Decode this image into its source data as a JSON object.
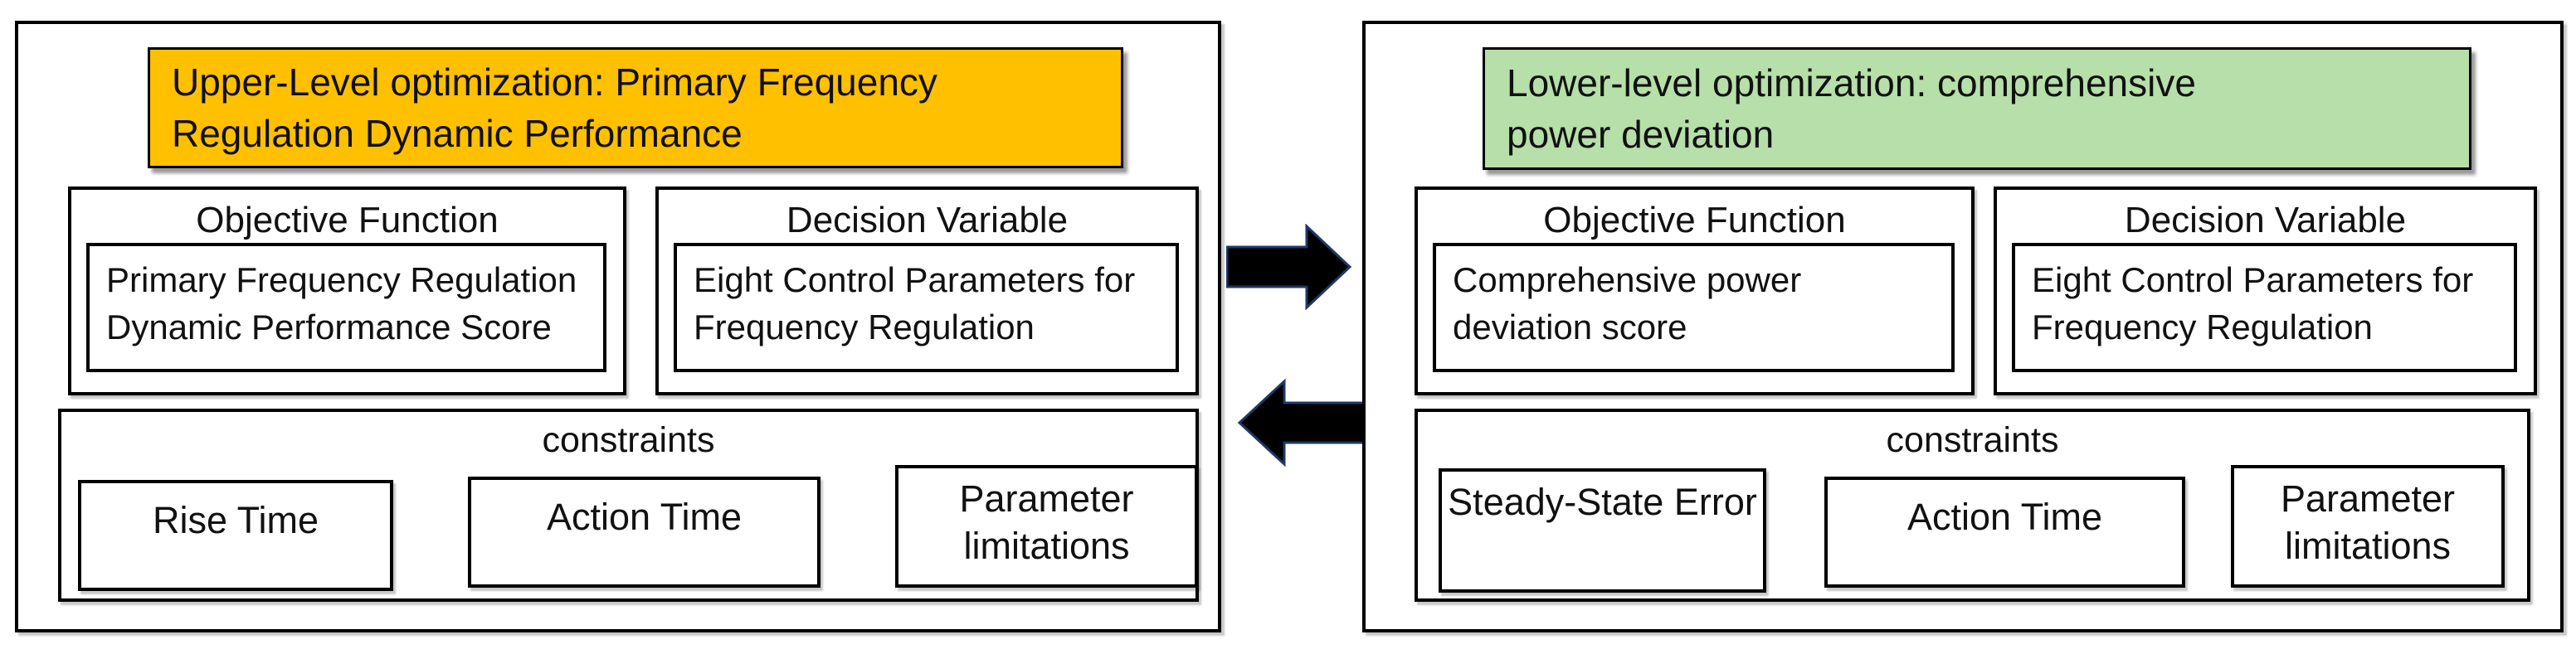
{
  "colors": {
    "upper_header_bg": "#FFC000",
    "lower_header_bg": "#B6DFA9",
    "box_border": "#000000",
    "arrow_fill": "#000000",
    "arrow_outline": "#1F3864"
  },
  "panels": {
    "upper": {
      "header": "Upper-Level optimization: Primary Frequency Regulation Dynamic Performance",
      "objective": {
        "title": "Objective Function",
        "content": "Primary Frequency Regulation Dynamic Performance Score"
      },
      "decision": {
        "title": "Decision Variable",
        "content": "Eight Control Parameters for Frequency Regulation"
      },
      "constraints": {
        "title": "constraints",
        "items": [
          "Rise Time",
          "Action Time",
          "Parameter limitations"
        ]
      }
    },
    "lower": {
      "header": "Lower-level optimization: comprehensive power deviation",
      "objective": {
        "title": "Objective Function",
        "content": "Comprehensive power deviation score"
      },
      "decision": {
        "title": "Decision Variable",
        "content": "Eight Control Parameters for Frequency Regulation"
      },
      "constraints": {
        "title": "constraints",
        "items": [
          "Steady-State Error",
          "Action Time",
          "Parameter limitations"
        ]
      }
    }
  }
}
